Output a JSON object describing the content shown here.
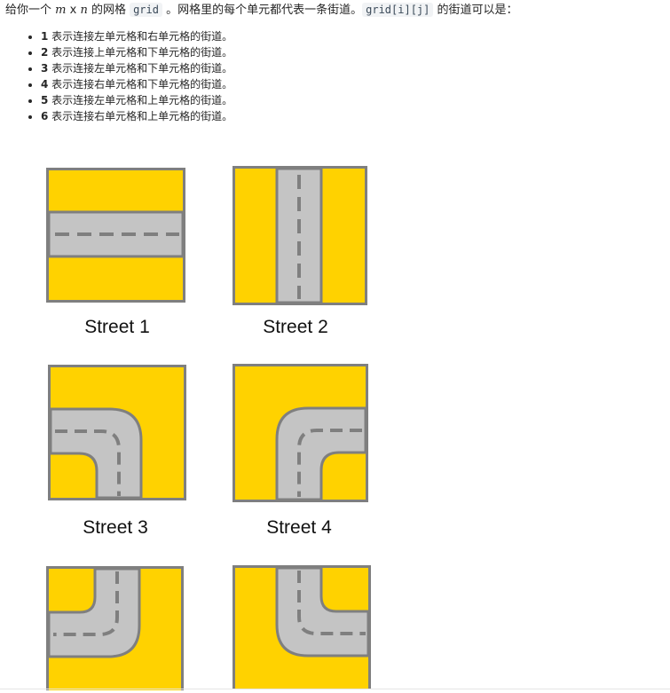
{
  "intro": {
    "part1": "给你一个 ",
    "var_m": "m",
    "times": " x ",
    "var_n": "n",
    "part2": " 的网格 ",
    "code_grid": "grid",
    "part3": " 。网格里的每个单元都代表一条街道。",
    "code_cell": "grid[i][j]",
    "part4": " 的街道可以是："
  },
  "rules": [
    {
      "num": "1",
      "text": " 表示连接左单元格和右单元格的街道。"
    },
    {
      "num": "2",
      "text": " 表示连接上单元格和下单元格的街道。"
    },
    {
      "num": "3",
      "text": " 表示连接左单元格和下单元格的街道。"
    },
    {
      "num": "4",
      "text": " 表示连接右单元格和下单元格的街道。"
    },
    {
      "num": "5",
      "text": " 表示连接左单元格和上单元格的街道。"
    },
    {
      "num": "6",
      "text": " 表示连接右单元格和上单元格的街道。"
    }
  ],
  "captions": {
    "s1": "Street 1",
    "s2": "Street 2",
    "s3": "Street 3",
    "s4": "Street 4"
  },
  "colors": {
    "yellow": "#FFD200",
    "road": "#C4C4C4",
    "border": "#7F7F7F",
    "dash": "#7F7F7F"
  }
}
